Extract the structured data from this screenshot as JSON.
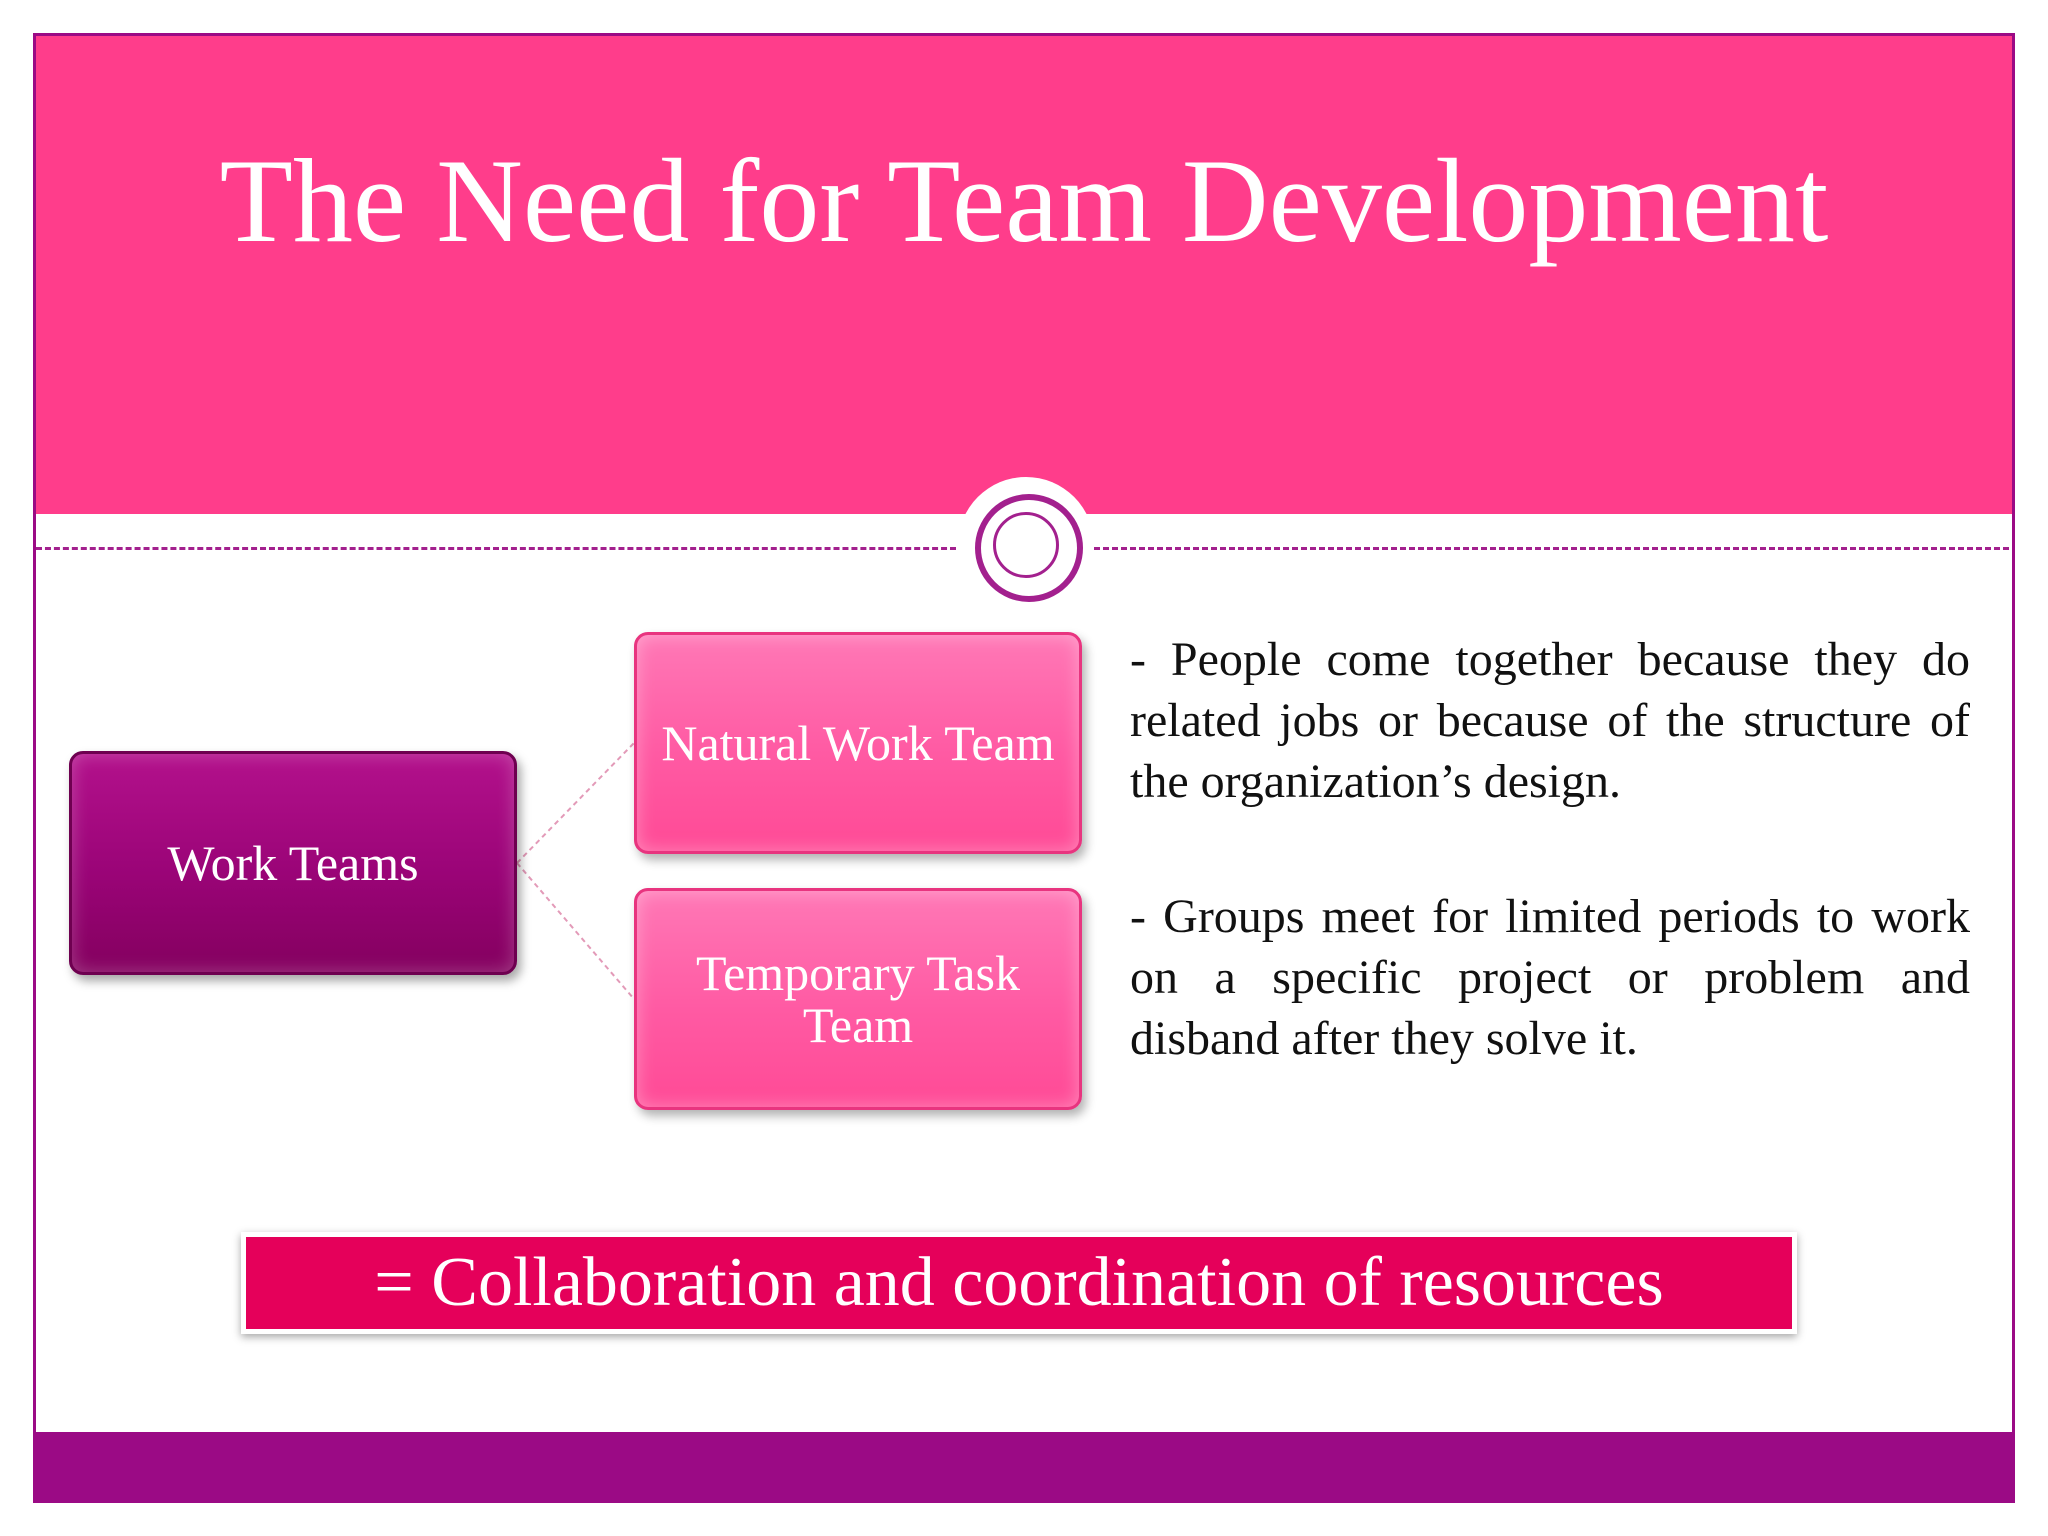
{
  "slide": {
    "title": "The Need for Team Development",
    "colors": {
      "header": "#ff3d8b",
      "accent": "#9b0a85",
      "parent_box": "#9a0477",
      "child_box": "#ff5aa3",
      "banner": "#e5005a"
    }
  },
  "diagram": {
    "parent": {
      "label": "Work Teams"
    },
    "children": [
      {
        "label": "Natural Work Team"
      },
      {
        "label": "Temporary Task Team"
      }
    ]
  },
  "descriptions": [
    {
      "text": "- People come together because they do related jobs or because of the structure of the organization’s design."
    },
    {
      "text": "- Groups meet for limited periods to work on a specific project or problem and disband after they solve it."
    }
  ],
  "banner": {
    "text": "= Collaboration and coordination of resources"
  }
}
